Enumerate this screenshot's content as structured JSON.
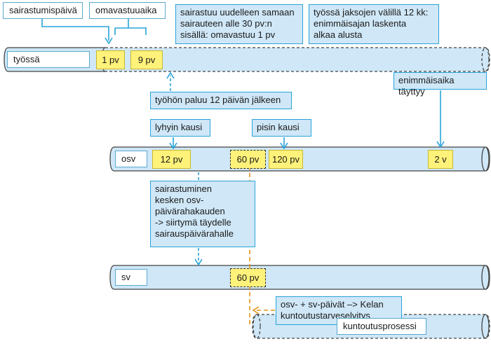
{
  "colors": {
    "tube_fill": "#cfe7f7",
    "tube_stroke": "#444444",
    "accent_blue": "#29a3d9",
    "accent_orange": "#e39417",
    "day_fill": "#fff27a"
  },
  "top_labels": {
    "sick_day": "sairastumispäivä",
    "waiting": "omavastuuaika"
  },
  "notes": {
    "resick": [
      "sairastuu uudelleen samaan",
      "sairauteen alle 30  pv:n",
      "sisällä: omavastuu 1 pv"
    ],
    "reset": [
      "työssä jaksojen välillä 12 kk:",
      "enimmäisajan laskenta",
      "alkaa alusta"
    ],
    "return": "työhön paluu 12 päivän jälkeen",
    "shortest": "lyhyin kausi",
    "longest": "pisin kausi",
    "max_reached": "enimmäisaika täyttyy",
    "switch": [
      "sairastuminen",
      "kesken osv-",
      "päivärahakauden",
      "-> siirtymä täydelle",
      "sairauspäivärahalle"
    ],
    "kela": [
      "osv- + sv-päivät –> Kelan",
      "kuntoutustarveselvitys"
    ]
  },
  "bars": {
    "work": {
      "label": "työssä",
      "days": [
        "1 pv",
        "9 pv"
      ]
    },
    "osv": {
      "label": "osv",
      "days": [
        "12 pv",
        "60 pv",
        "120 pv",
        "2 v"
      ]
    },
    "sv": {
      "label": "sv",
      "days": [
        "60 pv"
      ]
    },
    "rehab": {
      "label": "kuntoutusprosessi"
    }
  }
}
